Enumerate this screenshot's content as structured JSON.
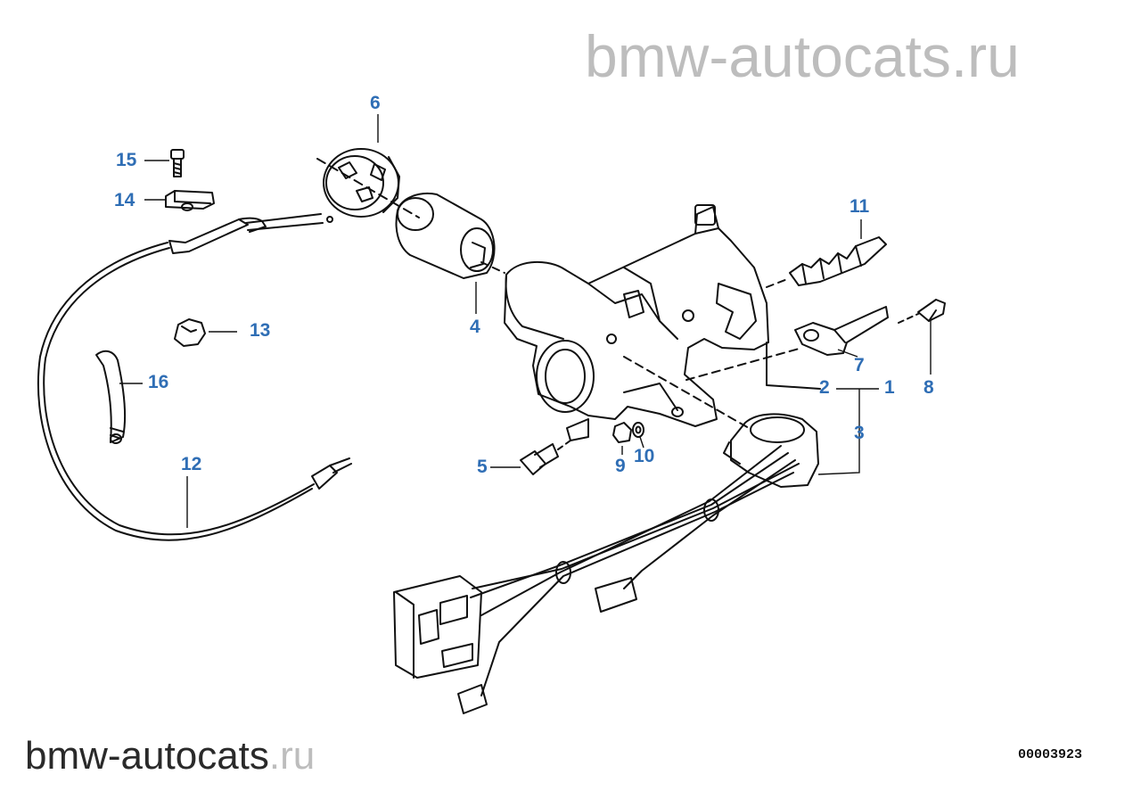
{
  "watermark": {
    "top": "bmw-autocats.ru",
    "bottom_main": "bmw-autocats",
    "bottom_suffix": ".ru"
  },
  "diagram_id": "00003923",
  "callouts": [
    "1",
    "2",
    "3",
    "4",
    "5",
    "6",
    "7",
    "8",
    "9",
    "10",
    "11",
    "12",
    "13",
    "14",
    "15",
    "16"
  ],
  "colors": {
    "callout": "#2f6eb5",
    "line": "#111111",
    "watermark": "#bdbdbd"
  }
}
